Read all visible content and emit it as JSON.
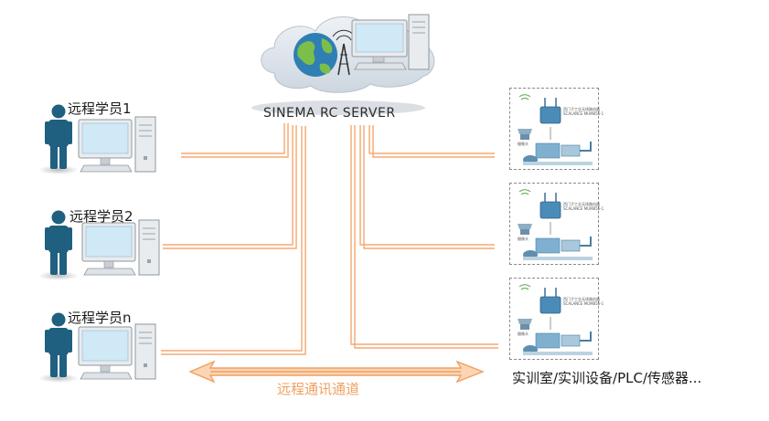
{
  "server": {
    "label": "SINEMA RC SERVER"
  },
  "students": [
    {
      "label": "远程学员1"
    },
    {
      "label": "远程学员2"
    },
    {
      "label": "远程学员n"
    }
  ],
  "channel": {
    "label": "远程通讯通道"
  },
  "labs": {
    "caption": "实训室/实训设备/PLC/传感器..."
  },
  "colors": {
    "line": "#f5a870",
    "person": "#1f5f7f",
    "cloud": "#dde4ec",
    "screen": "#cfe9f7"
  }
}
